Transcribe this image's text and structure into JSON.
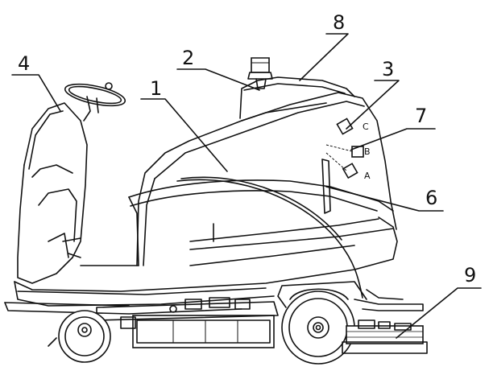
{
  "callouts": [
    {
      "id": "1",
      "text": "1"
    },
    {
      "id": "2",
      "text": "2"
    },
    {
      "id": "3",
      "text": "3"
    },
    {
      "id": "4",
      "text": "4"
    },
    {
      "id": "6",
      "text": "6"
    },
    {
      "id": "7",
      "text": "7"
    },
    {
      "id": "8",
      "text": "8"
    },
    {
      "id": "9",
      "text": "9"
    }
  ],
  "sensor_tags": {
    "a": "A",
    "b": "B",
    "c": "C"
  }
}
